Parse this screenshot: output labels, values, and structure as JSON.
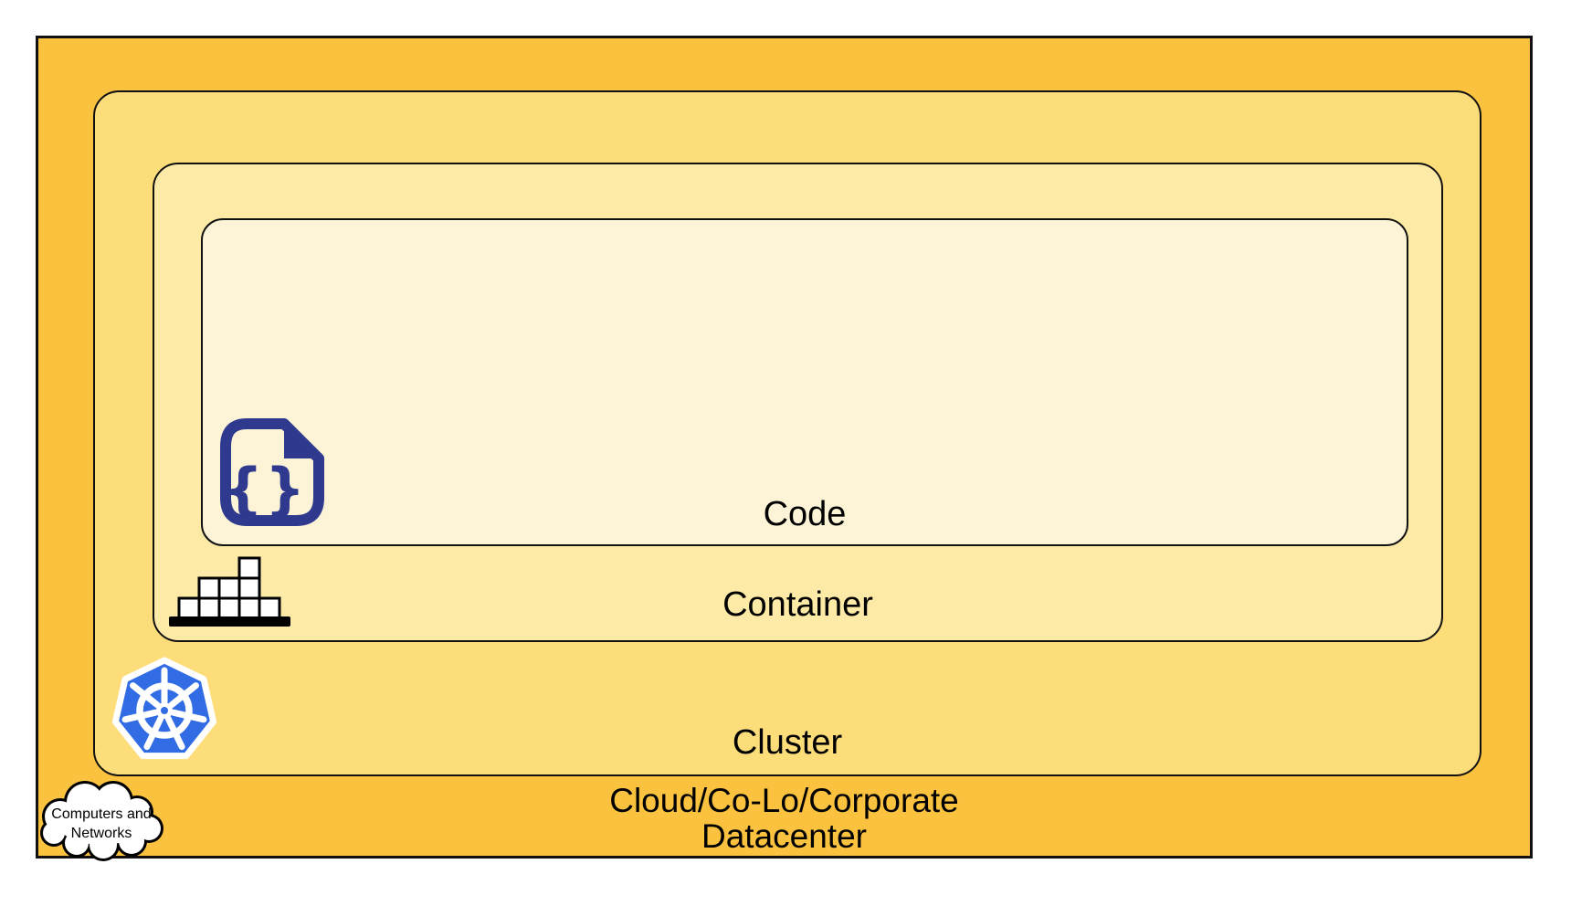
{
  "diagram": {
    "description": "Nested deployment layers diagram",
    "layers": {
      "code": {
        "label": "Code",
        "fill": "#FDF4D7"
      },
      "container": {
        "label": "Container",
        "fill": "#FDEAA6"
      },
      "cluster": {
        "label": "Cluster",
        "fill": "#FDDC7A"
      },
      "datacenter": {
        "label_line1": "Cloud/Co-Lo/Corporate",
        "label_line2": "Datacenter",
        "fill": "#FAC23F"
      }
    },
    "icons": {
      "code_file": {
        "name": "code-file-icon",
        "color": "#2F3A8F",
        "glyph": "{}"
      },
      "container_blocks": {
        "name": "container-blocks-icon",
        "block_fill": "#FFFFFF",
        "outline": "#000000"
      },
      "kubernetes": {
        "name": "kubernetes-icon",
        "fill": "#326CE5",
        "wheel": "#FFFFFF"
      },
      "cloud": {
        "name": "cloud-icon",
        "fill": "#FFFFFF",
        "outline": "#000000",
        "line1": "Computers and",
        "line2": "Networks"
      }
    },
    "border_color": "#111111",
    "text_color": "#000000",
    "canvas_background": "#FFFFFF"
  }
}
